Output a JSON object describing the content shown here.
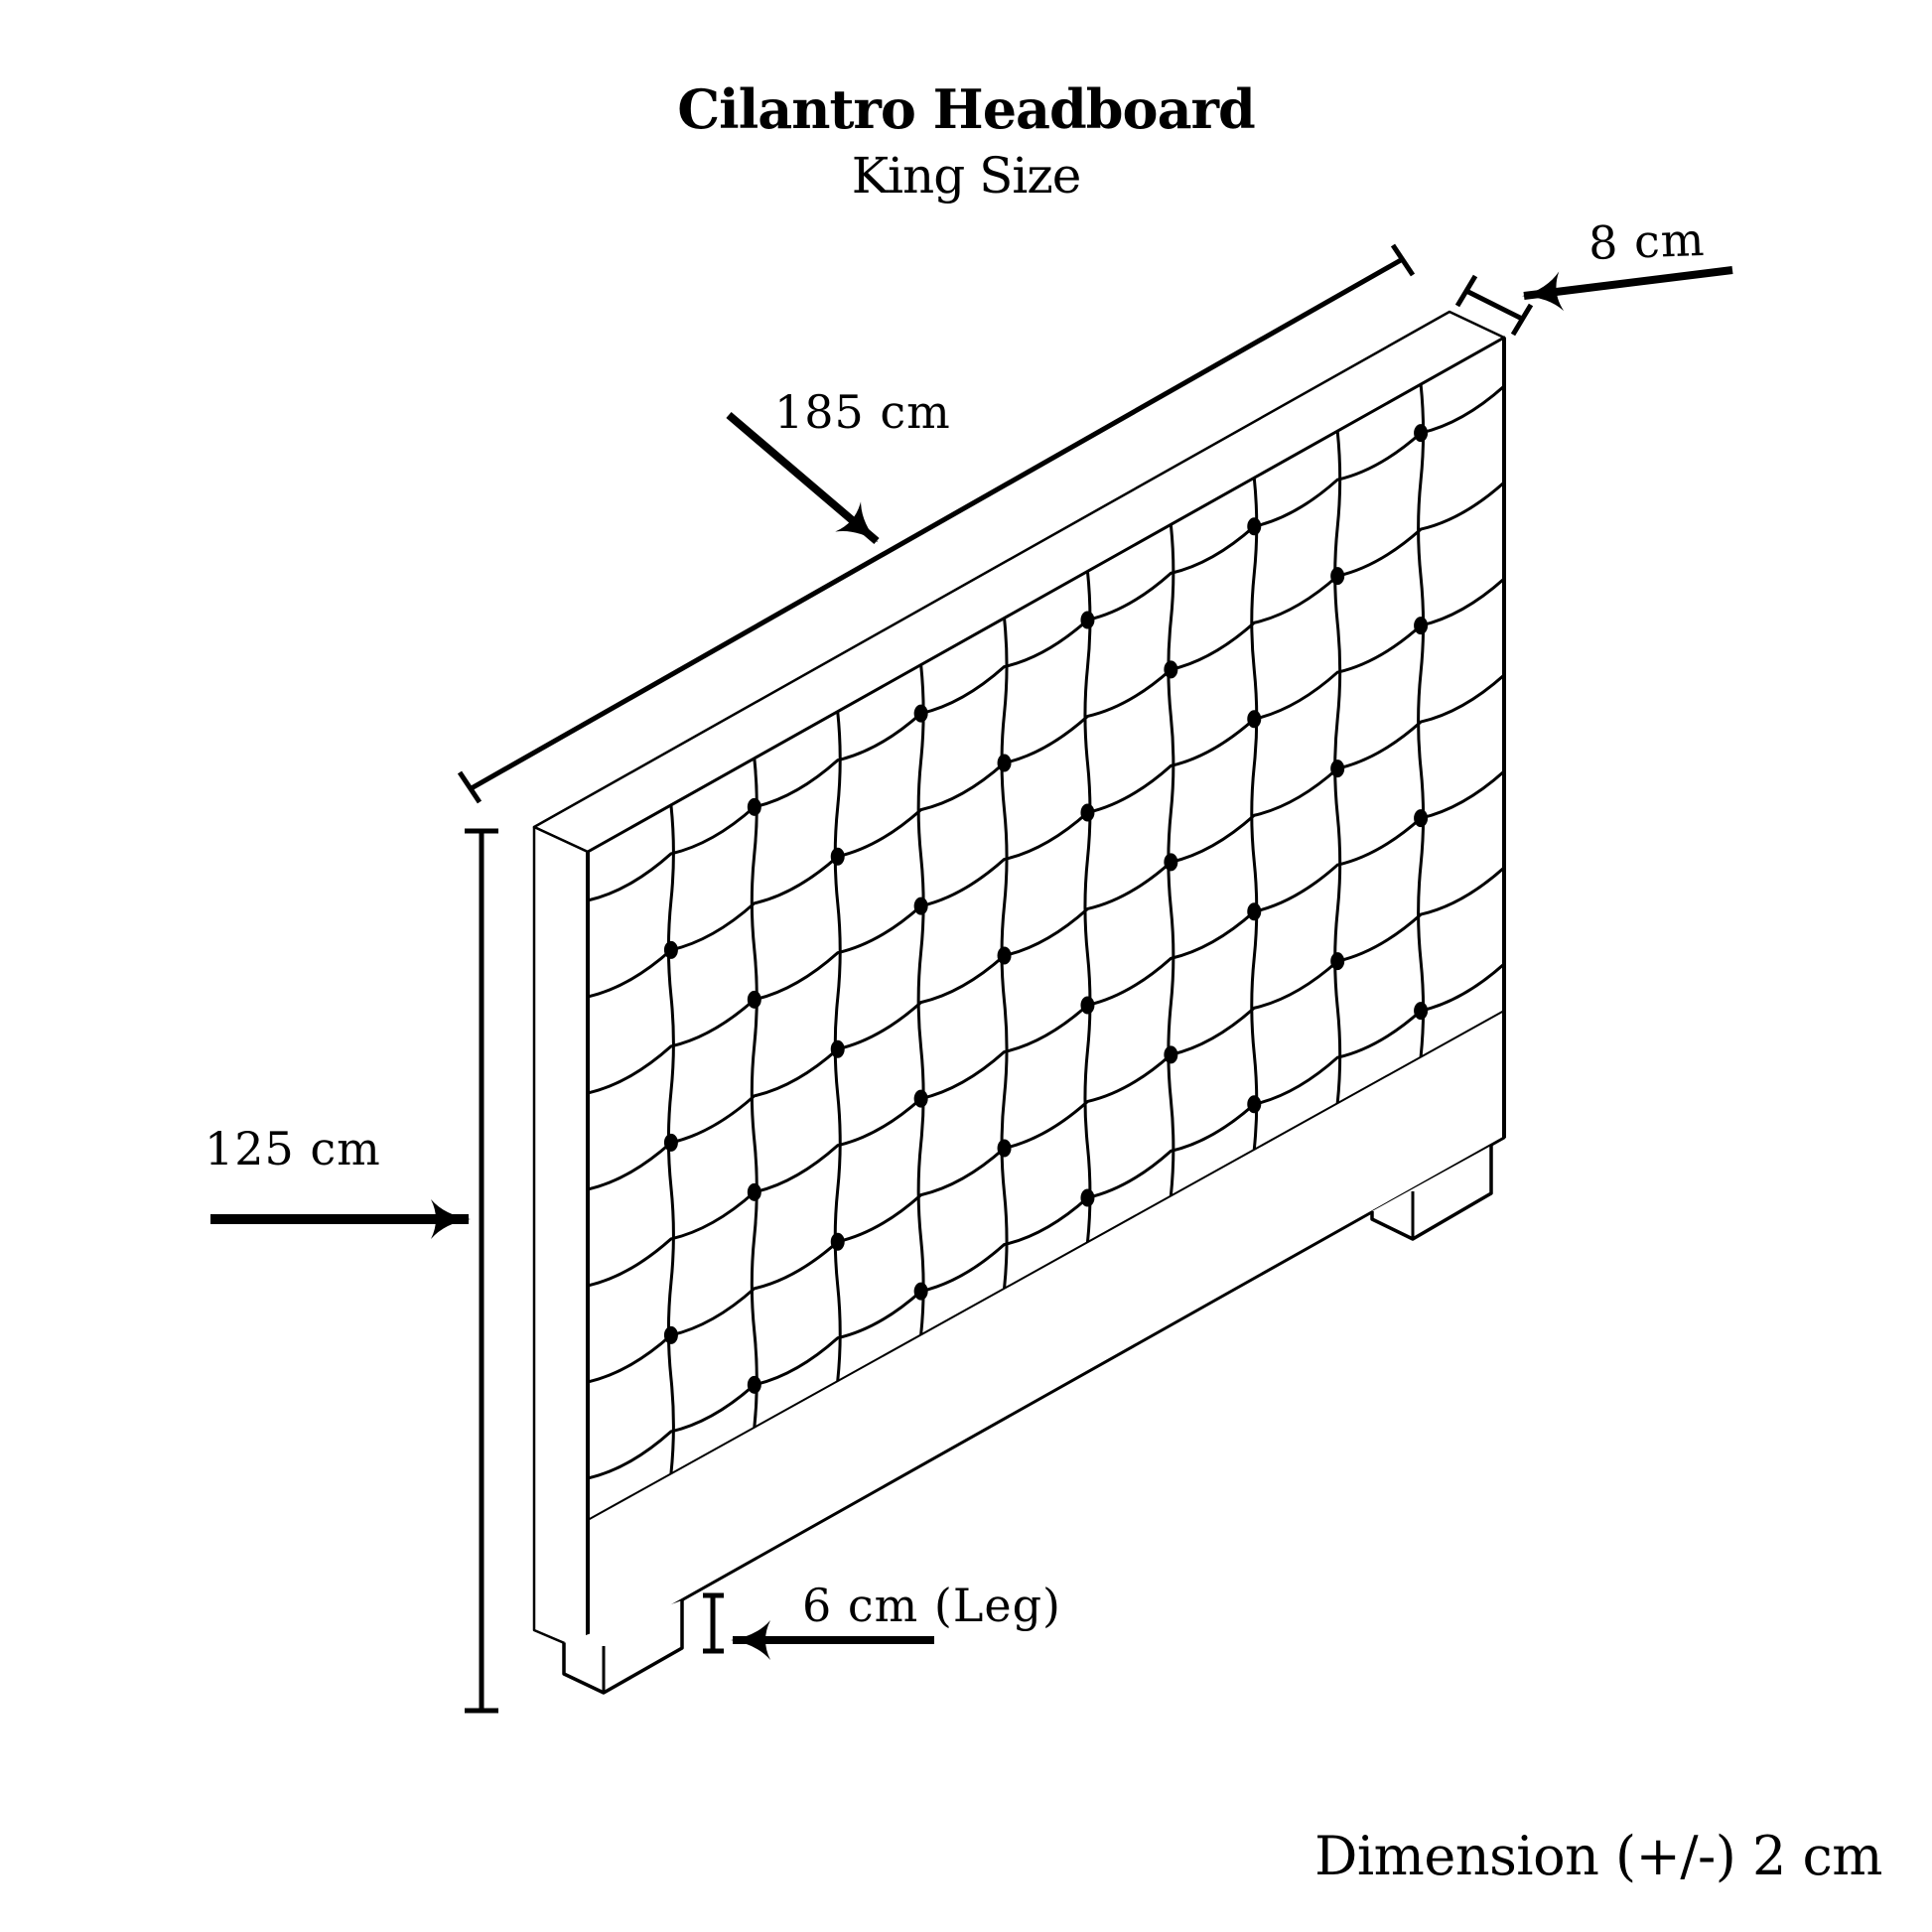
{
  "header": {
    "title": "Cilantro Headboard",
    "subtitle": "King Size"
  },
  "dimensions": {
    "width": {
      "label": "185 cm",
      "value": 185,
      "unit": "cm"
    },
    "depth": {
      "label": "8 cm",
      "value": 8,
      "unit": "cm"
    },
    "height": {
      "label": "125 cm",
      "value": 125,
      "unit": "cm"
    },
    "leg": {
      "label": "6 cm (Leg)",
      "value": 6,
      "unit": "cm"
    }
  },
  "footer": {
    "tolerance_note": "Dimension  (+/-) 2 cm"
  },
  "drawing": {
    "stroke_color": "#000000",
    "background": "#ffffff",
    "tufting": {
      "columns": 11,
      "rows": 9,
      "button_shape": "dot"
    }
  }
}
